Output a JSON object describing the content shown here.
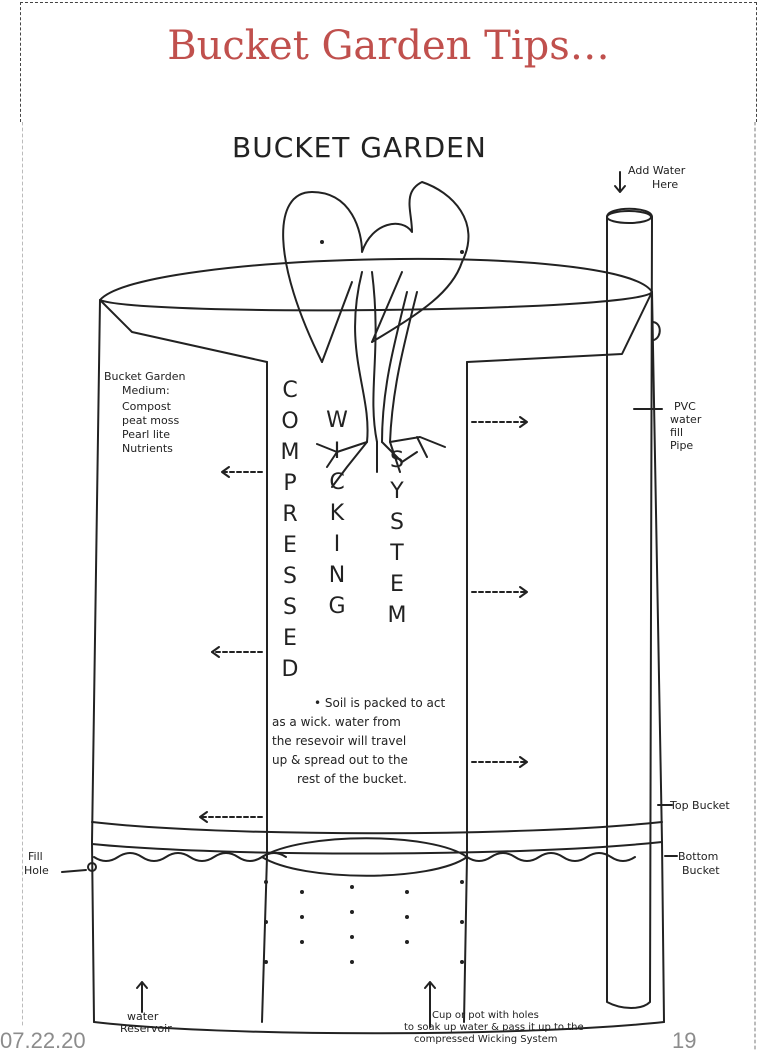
{
  "slide": {
    "title": "Bucket Garden Tips…",
    "date": "07.22.20",
    "page_number": "19"
  },
  "drawing": {
    "heading": "BUCKET GARDEN",
    "add_water": [
      "Add Water",
      "Here"
    ],
    "medium": [
      "Bucket Garden",
      "Medium:",
      "Compost",
      "peat moss",
      "Pearl lite",
      "Nutrients"
    ],
    "pvc": [
      "PVC",
      "water",
      "fill",
      "Pipe"
    ],
    "compressed": "COMPRESSED",
    "wicking": "WICKING",
    "system": "SYSTEM",
    "soil_note": [
      "• Soil is packed to act",
      "as a wick. water from",
      "the resevoir will travel",
      "up & spread out to the",
      "rest of the bucket."
    ],
    "top_bucket": "Top Bucket",
    "bottom_bucket": [
      "Bottom",
      "Bucket"
    ],
    "fill_hole": [
      "Fill",
      "Hole"
    ],
    "water_reservoir": [
      "water",
      "Reservoir"
    ],
    "cup_note": [
      "Cup or pot with holes",
      "to soak up water & pass it up to the",
      "compressed Wicking System"
    ]
  }
}
